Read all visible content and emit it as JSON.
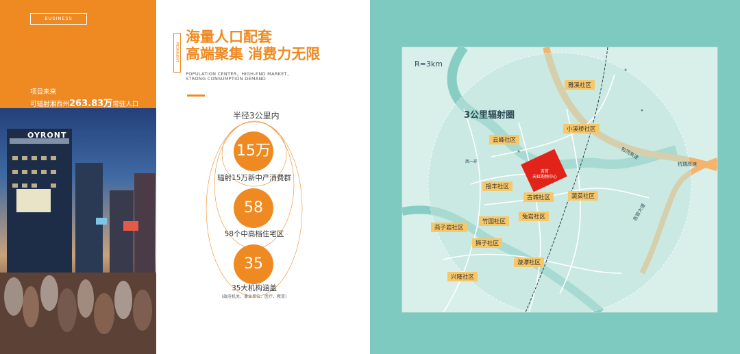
{
  "left_panel": {
    "badge": "BUSINESS",
    "line1": "项目未来",
    "line2_prefix": "可辐射湘西州",
    "line2_number": "263.83万",
    "line2_suffix": "常驻人口",
    "photo_sign": "OYRONT"
  },
  "middle_panel": {
    "vertical_tag": "PROMINENT",
    "title_line1": "海量人口配套",
    "title_line2": "高端聚集 消费力无限",
    "subtitle_line1": "POPULATION CENTER、HIGH-END MARKET、",
    "subtitle_line2": "STRONG CONSUMPTION DEMAND",
    "radius_label": "半径3公里内",
    "stats": [
      {
        "number": "15万",
        "label": "辐射15万新中产消费群",
        "note": ""
      },
      {
        "number": "58",
        "label": "58个中高档住宅区",
        "note": ""
      },
      {
        "number": "35",
        "label": "35大机构涵盖",
        "note": "(政府机关、事业单位、医疗、教育)"
      }
    ]
  },
  "map_panel": {
    "radius_text": "R=3km",
    "circle_label": "3公里辐射圈",
    "center_label_line1": "吉首",
    "center_label_line2": "天虹购物中心",
    "communities": [
      "雅溪社区",
      "小溪桥社区",
      "云峰社区",
      "接丰社区",
      "古城社区",
      "蔬菜社区",
      "竹园社区",
      "兔岩社区",
      "燕子岩社区",
      "狮子社区",
      "漩潭社区",
      "兴隆社区"
    ],
    "highways": [
      "包茂高速",
      "杭瑞高速",
      "吉首大道"
    ],
    "road_label": "西一环",
    "colors": {
      "orange": "#ef8a22",
      "teal": "#7ec9c0",
      "tag": "#f6c86a",
      "highway": "#f3b56e",
      "center": "#e2231a"
    }
  }
}
